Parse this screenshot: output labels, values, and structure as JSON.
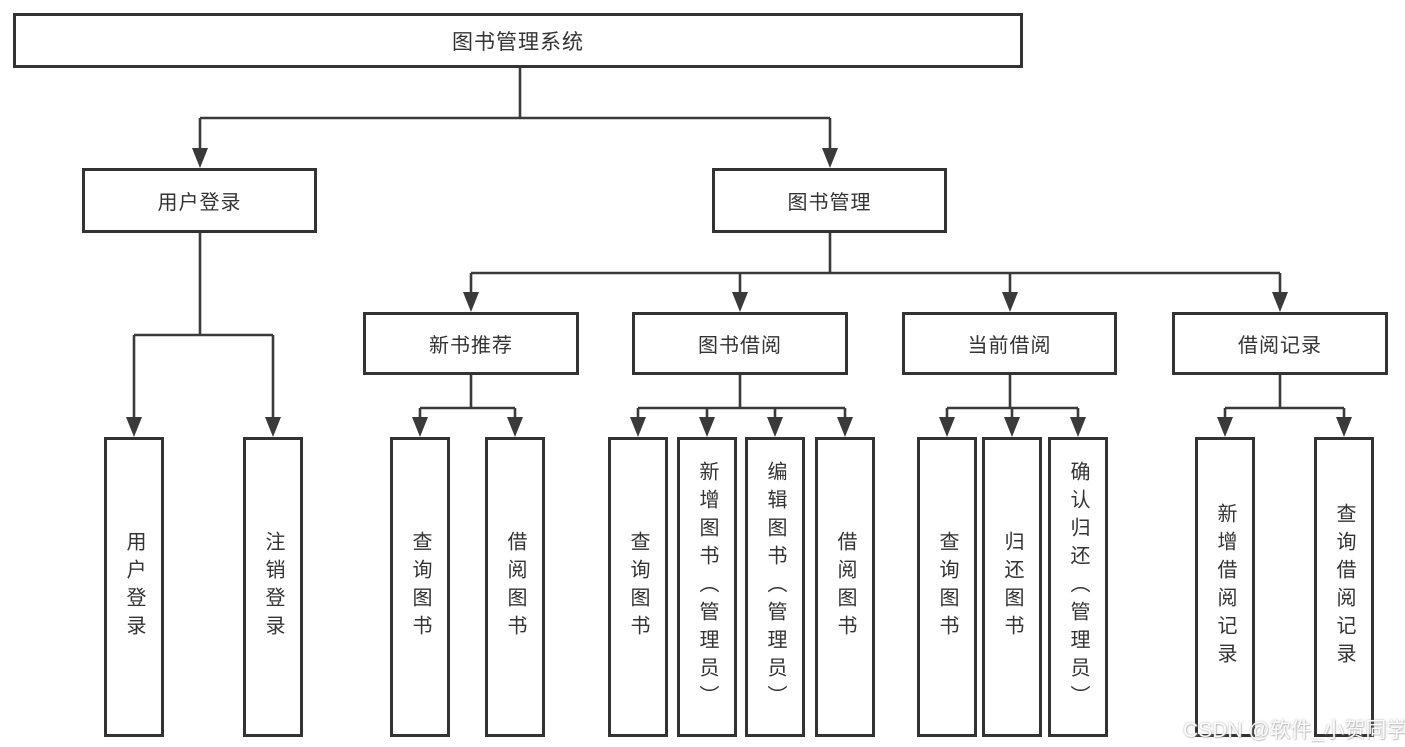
{
  "tree": {
    "root": {
      "label": "图书管理系统"
    },
    "branches": [
      {
        "label": "用户登录",
        "leaves": [
          {
            "label": "用户登录"
          },
          {
            "label": "注销登录"
          }
        ]
      },
      {
        "label": "图书管理",
        "groups": [
          {
            "label": "新书推荐",
            "leaves": [
              {
                "label": "查询图书"
              },
              {
                "label": "借阅图书"
              }
            ]
          },
          {
            "label": "图书借阅",
            "leaves": [
              {
                "label": "查询图书"
              },
              {
                "label": "新增图书（管理员）"
              },
              {
                "label": "编辑图书（管理员）"
              },
              {
                "label": "借阅图书"
              }
            ]
          },
          {
            "label": "当前借阅",
            "leaves": [
              {
                "label": "查询图书"
              },
              {
                "label": "归还图书"
              },
              {
                "label": "确认归还（管理员）"
              }
            ]
          },
          {
            "label": "借阅记录",
            "leaves": [
              {
                "label": "新增借阅记录"
              },
              {
                "label": "查询借阅记录"
              }
            ]
          }
        ]
      }
    ]
  },
  "watermark": "CSDN @软件_小贺同学",
  "colors": {
    "line": "#3a3a3a",
    "box_border": "#333333",
    "text": "#333333",
    "background": "#ffffff",
    "watermark": "#ffffff"
  }
}
